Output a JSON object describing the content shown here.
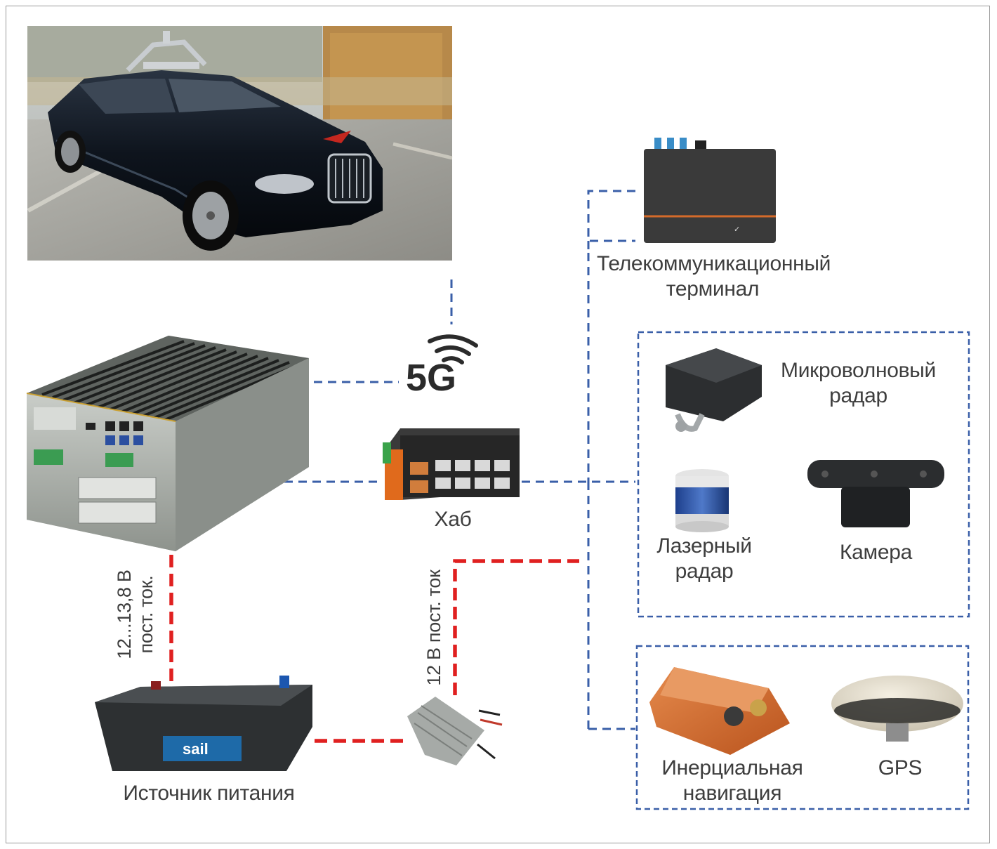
{
  "labels": {
    "telecom_line1": "Телекоммуникационный",
    "telecom_line2": "терминал",
    "fiveg": "5G",
    "hub": "Хаб",
    "mw_radar_line1": "Микроволновый",
    "mw_radar_line2": "радар",
    "laser_line1": "Лазерный",
    "laser_line2": "радар",
    "camera": "Камера",
    "inertial_line1": "Инерциальная",
    "inertial_line2": "навигация",
    "gps": "GPS",
    "power_source": "Источник питания",
    "v_pc_line1": "12...13,8 В",
    "v_pc_line2": "пост. ток.",
    "v_conv": "12 В пост. ток",
    "battery_brand": "sail"
  },
  "colors": {
    "data_link": "#3a5fa8",
    "power_link": "#e02020",
    "text": "#3e3e3e"
  },
  "icons": [
    "car-photo",
    "industrial-pc",
    "5g-icon",
    "ethernet-hub",
    "telecom-terminal",
    "microwave-radar",
    "laser-radar",
    "camera",
    "inertial-nav-unit",
    "gps-antenna",
    "battery",
    "dc-converter"
  ]
}
